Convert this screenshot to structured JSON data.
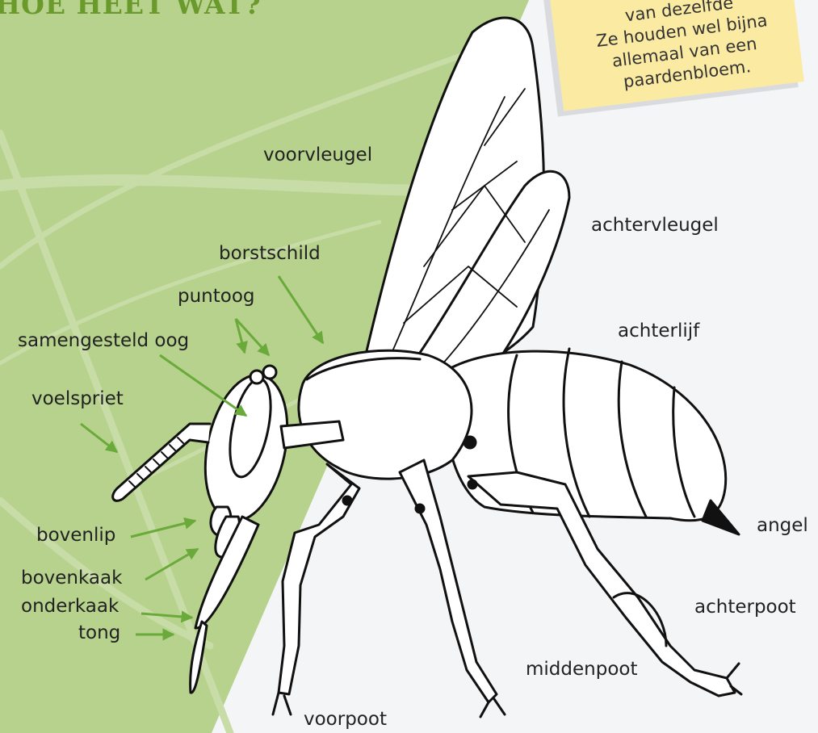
{
  "title": "HOE HEET WAT?",
  "note": {
    "lines": [
      "van dezelfde",
      "Ze houden wel bijna",
      "allemaal van een",
      "paardenbloem."
    ]
  },
  "labels": {
    "voorvleugel": "voorvleugel",
    "achtervleugel": "achtervleugel",
    "borstschild": "borstschild",
    "puntoog": "puntoog",
    "achterlijf": "achterlijf",
    "samengesteld_oog": "samengesteld oog",
    "voelspriet": "voelspriet",
    "bovenlip": "bovenlip",
    "bovenkaak": "bovenkaak",
    "onderkaak": "onderkaak",
    "tong": "tong",
    "angel": "angel",
    "achterpoot": "achterpoot",
    "middenpoot": "middenpoot",
    "voorpoot": "voorpoot"
  },
  "colors": {
    "green_panel": "#b6d28c",
    "arrow": "#6aaa3a",
    "title": "#6a9a2c",
    "note": "#fbeaa2"
  }
}
